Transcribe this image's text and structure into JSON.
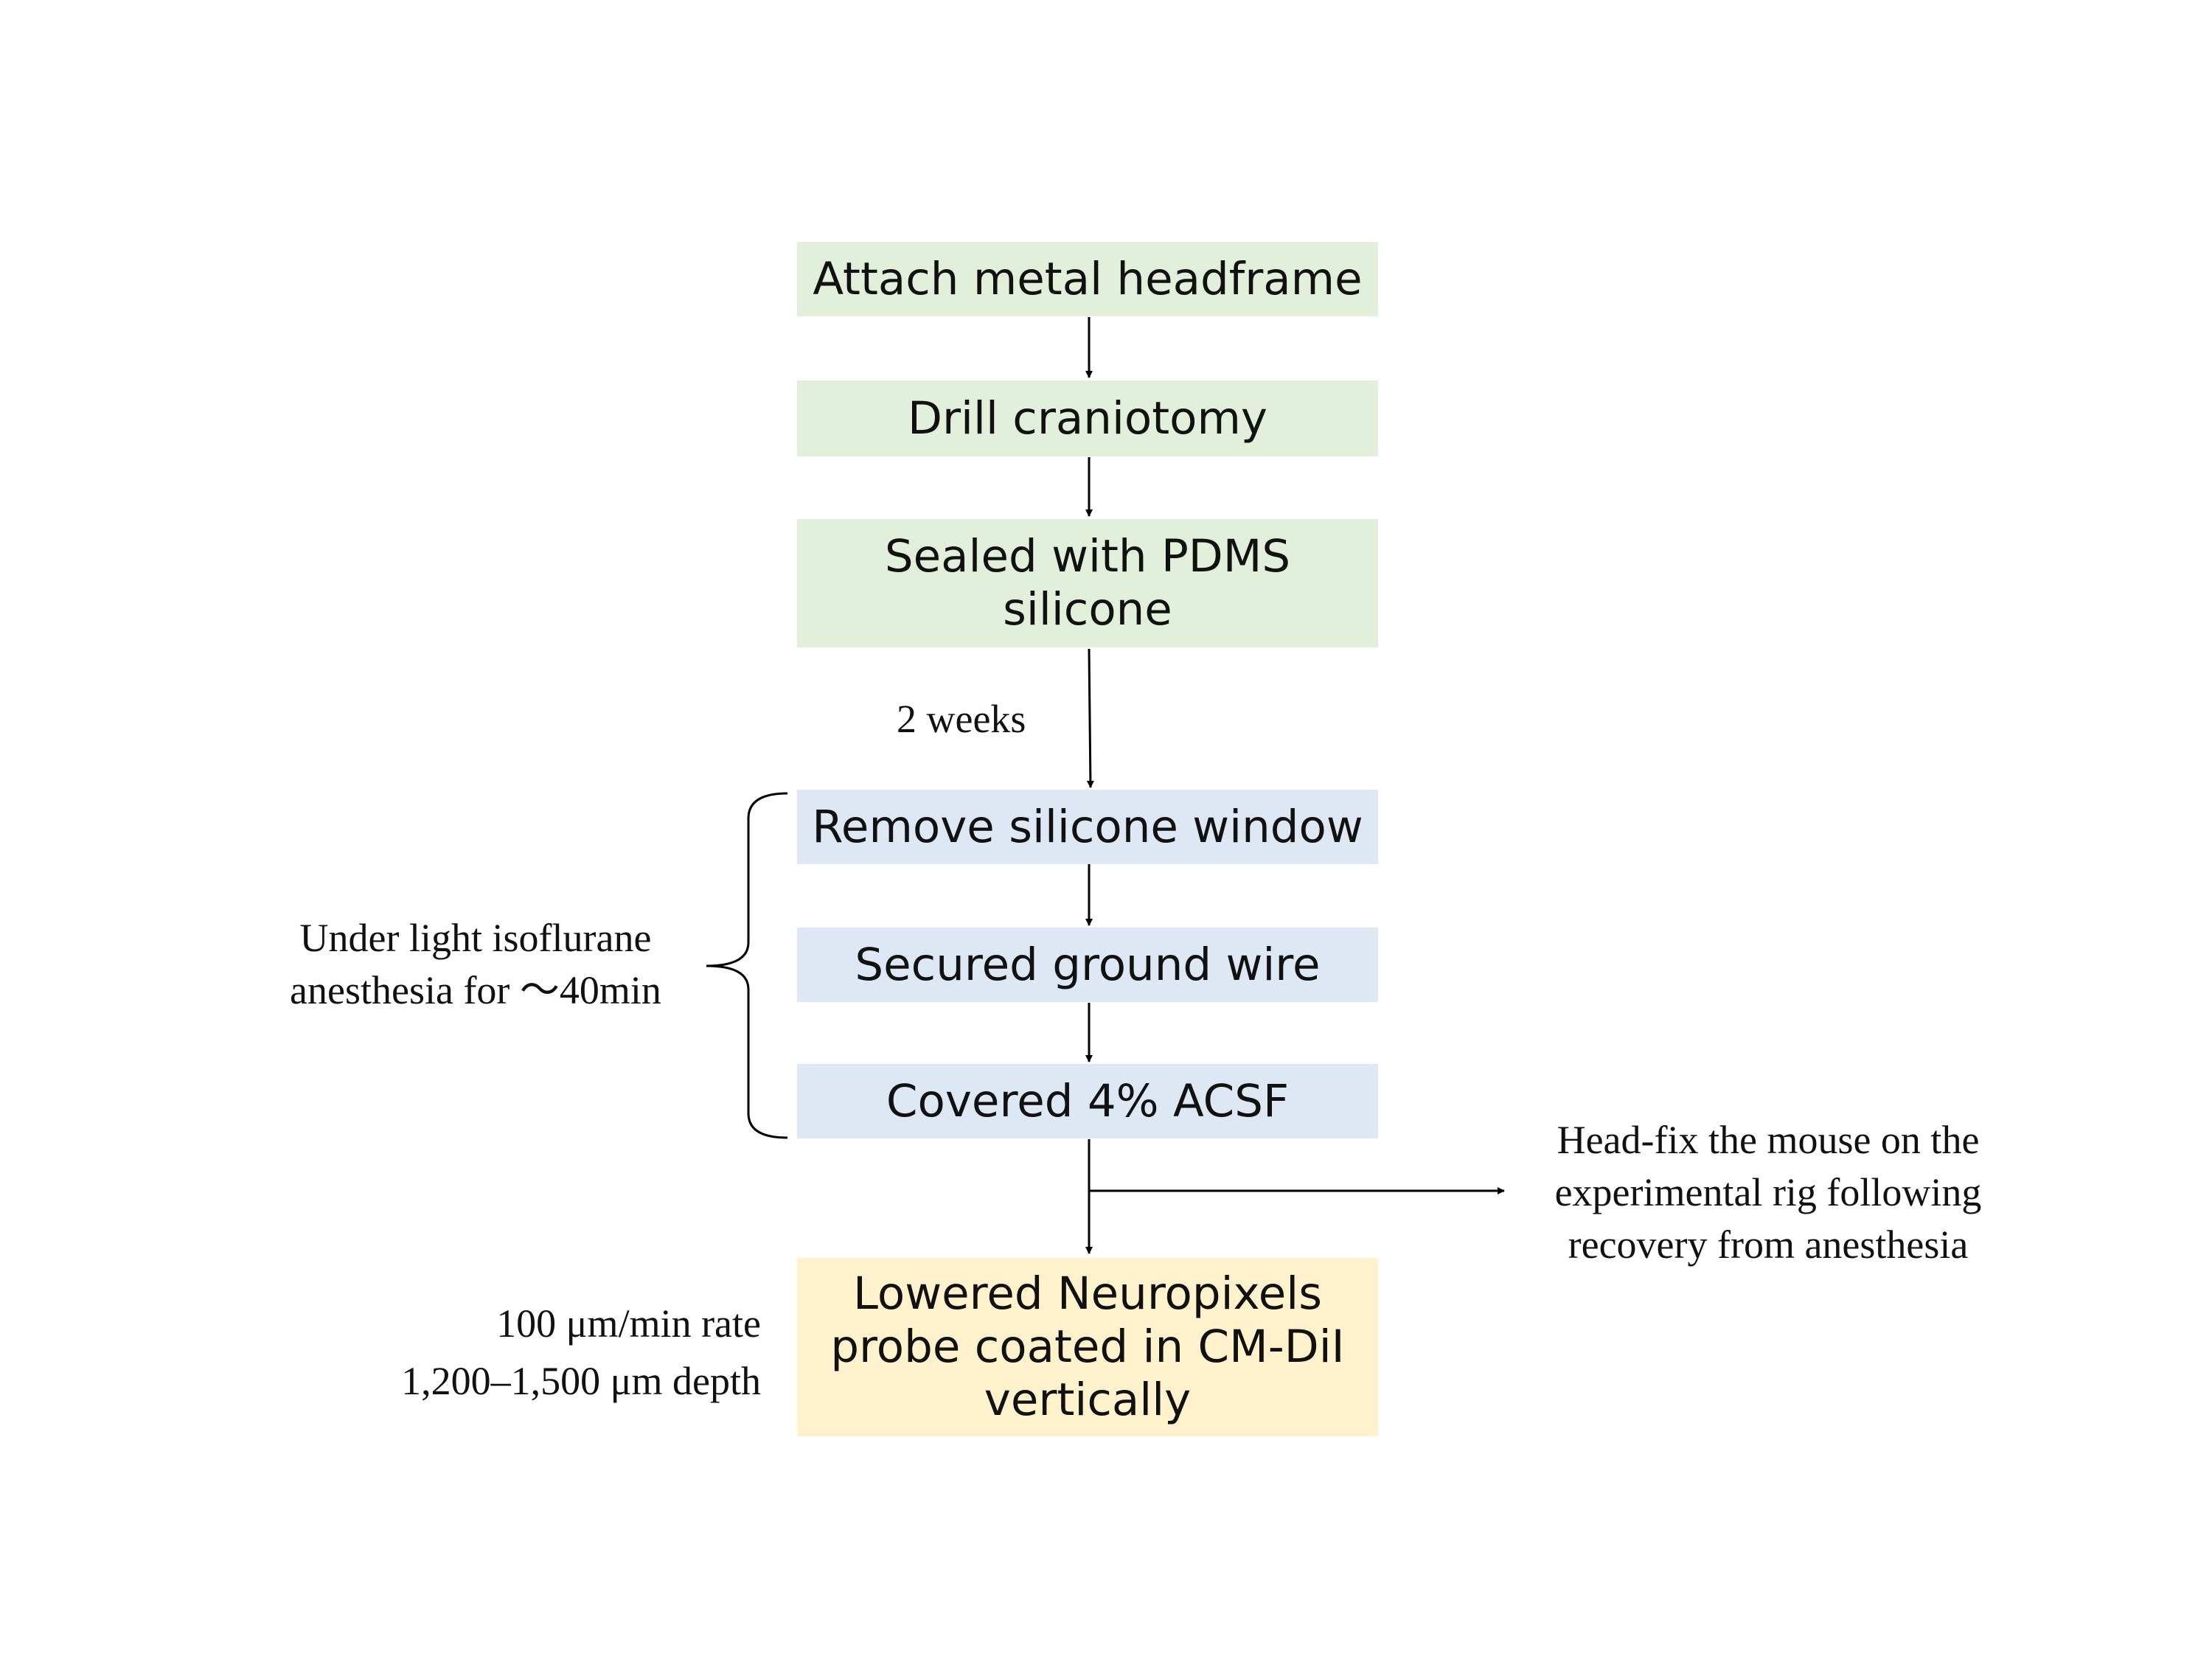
{
  "steps": {
    "headframe": "Attach metal headframe",
    "craniotomy": "Drill craniotomy",
    "sealed": [
      "Sealed with PDMS",
      "silicone"
    ],
    "remove": "Remove silicone window",
    "ground": "Secured ground wire",
    "acsf": "Covered 4% ACSF",
    "lowered": [
      "Lowered Neuropixels",
      "probe coated in CM-DiI",
      "vertically"
    ]
  },
  "notes": {
    "interval": "2 weeks",
    "anesthesia": [
      "Under light isoflurane",
      "anesthesia for ～40min"
    ],
    "headfix": [
      "Head-fix the mouse on the",
      "experimental rig following",
      "recovery from anesthesia"
    ],
    "probe_params": [
      "100 μm/min rate",
      "1,200–1,500 μm depth"
    ]
  },
  "colors": {
    "prep_phase": "#e2efda",
    "surgery_phase": "#dde8f4",
    "recording_phase": "#fff2cc",
    "arrow": "#000000"
  }
}
